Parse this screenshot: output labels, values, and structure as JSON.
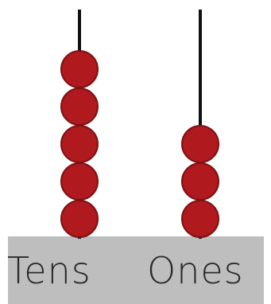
{
  "rods": [
    {
      "id": "tens",
      "label": "Tens",
      "beads": 5
    },
    {
      "id": "ones",
      "label": "Ones",
      "beads": 3
    }
  ],
  "colors": {
    "bead": "#b0191e",
    "bead_edge": "#7d1114",
    "rod": "#111111",
    "base": "#bebebe",
    "label": "#2a2a2a"
  }
}
